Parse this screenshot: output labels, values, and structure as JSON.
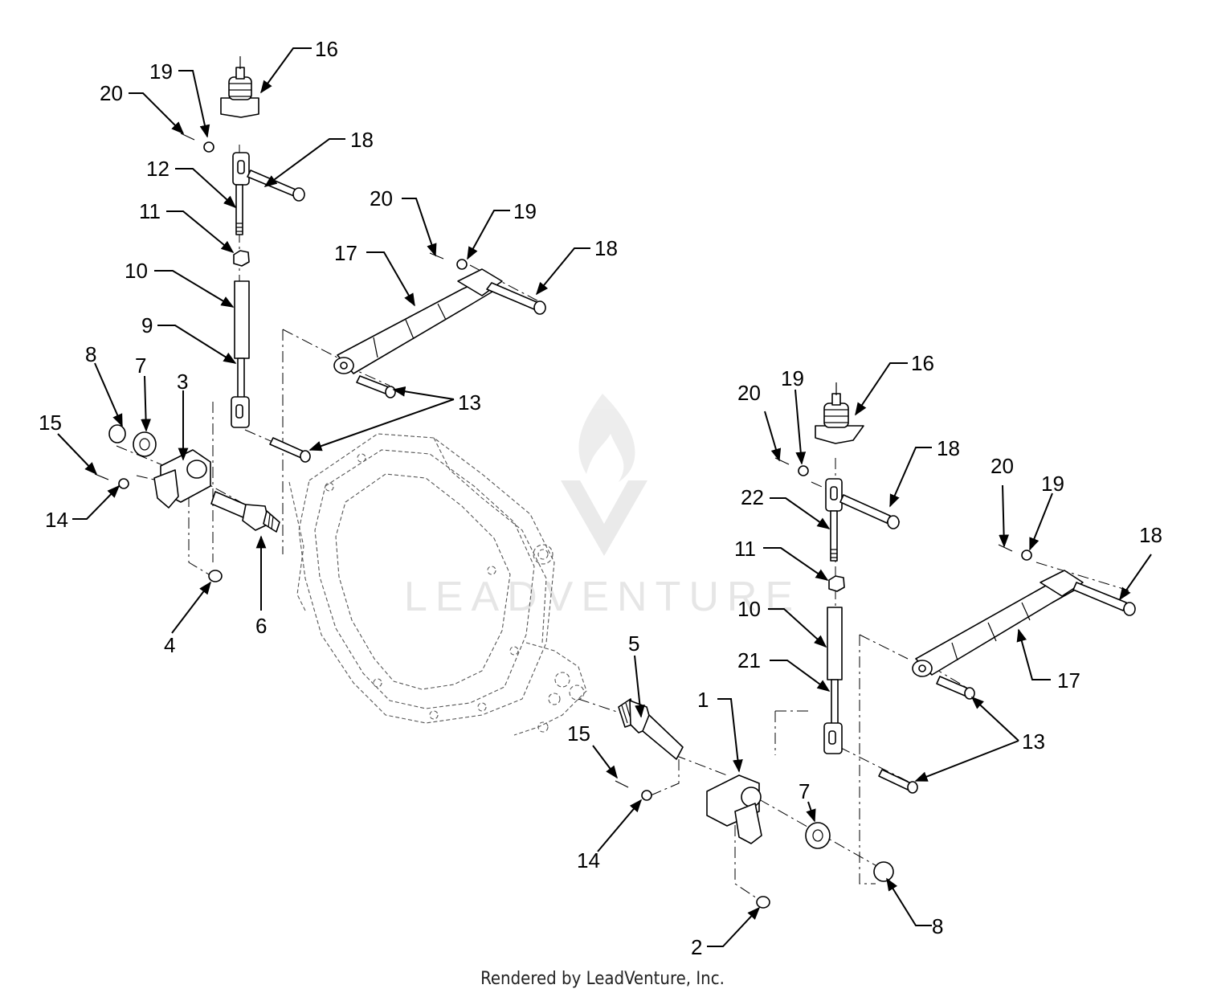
{
  "watermark": {
    "text": "LEADVENTURE"
  },
  "footer": {
    "text": "Rendered by LeadVenture, Inc."
  },
  "callouts": [
    {
      "id": "c16a",
      "label": "16"
    },
    {
      "id": "c19a",
      "label": "19"
    },
    {
      "id": "c20a",
      "label": "20"
    },
    {
      "id": "c18a",
      "label": "18"
    },
    {
      "id": "c12",
      "label": "12"
    },
    {
      "id": "c11a",
      "label": "11"
    },
    {
      "id": "c10a",
      "label": "10"
    },
    {
      "id": "c9",
      "label": "9"
    },
    {
      "id": "c20b",
      "label": "20"
    },
    {
      "id": "c19b",
      "label": "19"
    },
    {
      "id": "c18b",
      "label": "18"
    },
    {
      "id": "c17a",
      "label": "17"
    },
    {
      "id": "c13a",
      "label": "13"
    },
    {
      "id": "c8a",
      "label": "8"
    },
    {
      "id": "c7a",
      "label": "7"
    },
    {
      "id": "c3",
      "label": "3"
    },
    {
      "id": "c15a",
      "label": "15"
    },
    {
      "id": "c14a",
      "label": "14"
    },
    {
      "id": "c4",
      "label": "4"
    },
    {
      "id": "c6",
      "label": "6"
    },
    {
      "id": "c16b",
      "label": "16"
    },
    {
      "id": "c20c",
      "label": "20"
    },
    {
      "id": "c19c",
      "label": "19"
    },
    {
      "id": "c18c",
      "label": "18"
    },
    {
      "id": "c22",
      "label": "22"
    },
    {
      "id": "c11b",
      "label": "11"
    },
    {
      "id": "c20d",
      "label": "20"
    },
    {
      "id": "c19d",
      "label": "19"
    },
    {
      "id": "c18d",
      "label": "18"
    },
    {
      "id": "c10b",
      "label": "10"
    },
    {
      "id": "c17b",
      "label": "17"
    },
    {
      "id": "c21",
      "label": "21"
    },
    {
      "id": "c13b",
      "label": "13"
    },
    {
      "id": "c5",
      "label": "5"
    },
    {
      "id": "c1",
      "label": "1"
    },
    {
      "id": "c15b",
      "label": "15"
    },
    {
      "id": "c7b",
      "label": "7"
    },
    {
      "id": "c14b",
      "label": "14"
    },
    {
      "id": "c8b",
      "label": "8"
    },
    {
      "id": "c2",
      "label": "2"
    }
  ]
}
